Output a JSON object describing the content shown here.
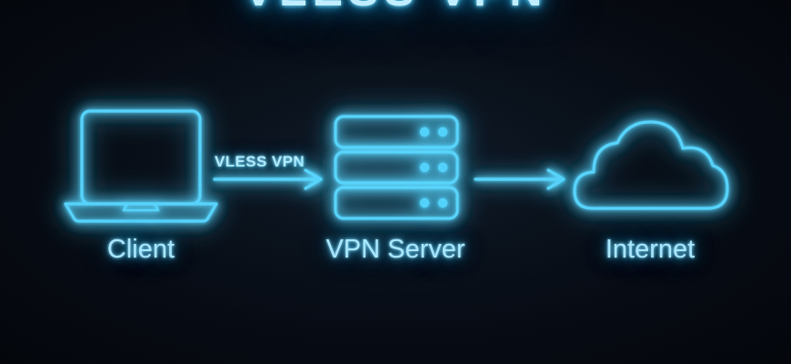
{
  "title": "VLESS VPN",
  "background_color": "#05070d",
  "accent_color": "#57d2fb",
  "glow_color": "#36bdf2",
  "diagram": {
    "type": "flow",
    "nodes": [
      {
        "id": "client",
        "icon": "laptop-icon",
        "label": "Client"
      },
      {
        "id": "vpn-server",
        "icon": "server-rack-icon",
        "label": "VPN Server"
      },
      {
        "id": "internet",
        "icon": "cloud-icon",
        "label": "Internet"
      }
    ],
    "edges": [
      {
        "id": "edge-client-to-server",
        "from": "client",
        "to": "vpn-server",
        "label": "VLESS VPN"
      },
      {
        "id": "edge-server-to-internet",
        "from": "vpn-server",
        "to": "internet",
        "label": ""
      }
    ],
    "server_units": 3,
    "server_unit_lights": 2
  }
}
